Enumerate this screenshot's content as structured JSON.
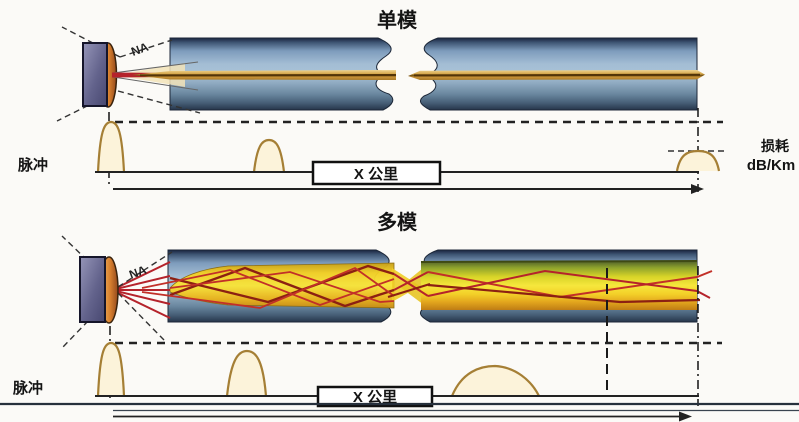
{
  "sections": {
    "single_mode": {
      "title": "单模",
      "pulse_label": "脉冲",
      "distance_label": "X 公里",
      "na_label": "NA",
      "loss_label": {
        "line1": "损耗",
        "line2": "dB/Km"
      }
    },
    "multi_mode": {
      "title": "多模",
      "pulse_label": "脉冲",
      "distance_label": "X 公里",
      "na_label": "NA"
    }
  },
  "colors": {
    "fiber_blue": "#a3bdd4",
    "beam_gold": "#d9a73f",
    "ray_red": "#b5232b",
    "glow_yellow": "#f6e73c",
    "pulse_brown": "#a8803c",
    "source_purple": "#5d5d88",
    "lens_orange": "#d9812f"
  }
}
